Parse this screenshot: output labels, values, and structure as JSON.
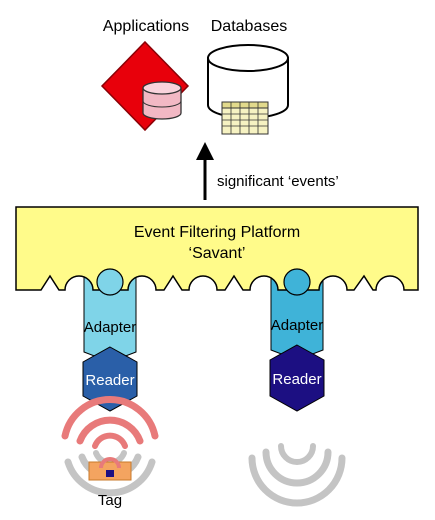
{
  "top": {
    "applications_label": "Applications",
    "databases_label": "Databases"
  },
  "arrow": {
    "label": "significant ‘events’"
  },
  "platform": {
    "title_line1": "Event Filtering Platform",
    "title_line2": "‘Savant’"
  },
  "left_stack": {
    "adapter_label": "Adapter",
    "reader_label": "Reader"
  },
  "right_stack": {
    "adapter_label": "Adapter",
    "reader_label": "Reader"
  },
  "tag": {
    "label": "Tag"
  },
  "colors": {
    "platform_fill": "#fffb8a",
    "application_red": "#e8000b",
    "adapter_left": "#7fd4e8",
    "adapter_right": "#3fb3d8",
    "reader_left": "#2a5fa8",
    "reader_right": "#1c0f82",
    "wave_red": "#e87a7a",
    "wave_gray": "#c4c4c4",
    "tag_orange": "#f4a460"
  }
}
